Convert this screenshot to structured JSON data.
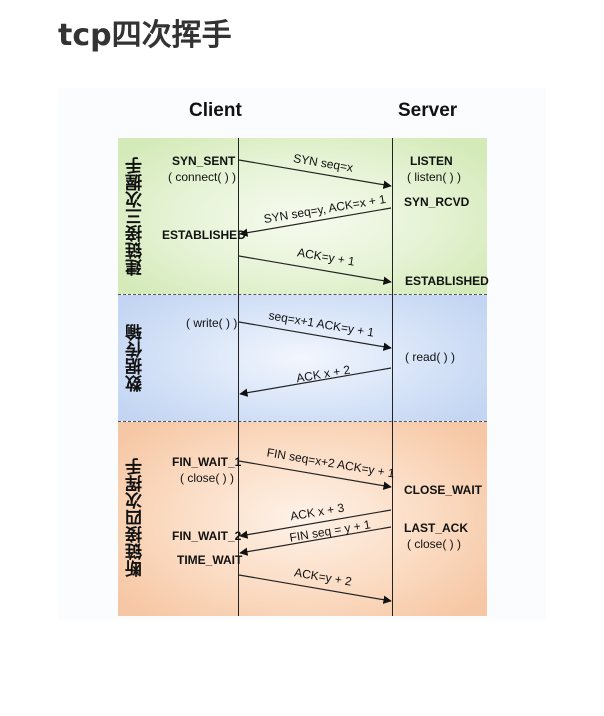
{
  "page": {
    "title": "tcp四次挥手"
  },
  "diagram": {
    "columns": {
      "client": "Client",
      "server": "Server"
    },
    "phases": {
      "connect": "建链接三次握手",
      "data": "数据传输",
      "close": "断链接四次挥手"
    },
    "client_labels": {
      "syn_sent": "SYN_SENT",
      "connect_call": "( connect( ) )",
      "established": "ESTABLISHED",
      "write_call": "( write( ) )",
      "fin_wait_1": "FIN_WAIT_1",
      "close_call": "( close( ) )",
      "fin_wait_2": "FIN_WAIT_2",
      "time_wait": "TIME_WAIT"
    },
    "server_labels": {
      "listen": "LISTEN",
      "listen_call": "( listen( ) )",
      "syn_rcvd": "SYN_RCVD",
      "established": "ESTABLISHED",
      "read_call": "( read( ) )",
      "close_wait": "CLOSE_WAIT",
      "last_ack": "LAST_ACK",
      "close_call": "( close( ) )"
    },
    "messages": {
      "syn": "SYN seq=x",
      "syn_ack": "SYN seq=y, ACK=x + 1",
      "ack_handshake": "ACK=y + 1",
      "data": "seq=x+1 ACK=y + 1",
      "data_ack": "ACK x + 2",
      "fin_client": "FIN seq=x+2 ACK=y + 1",
      "ack_fin": "ACK x + 3",
      "fin_server": "FIN seq = y + 1",
      "ack_final": "ACK=y + 2"
    }
  }
}
